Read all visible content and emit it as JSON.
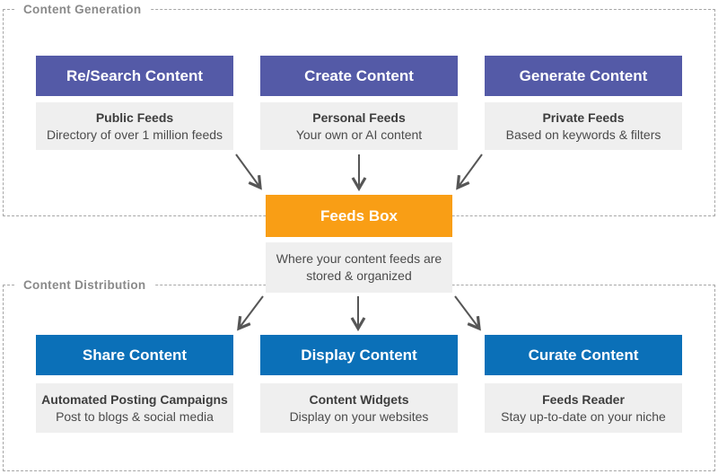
{
  "generation": {
    "label": "Content Generation",
    "columns": [
      {
        "title": "Re/Search Content",
        "subtitle": "Public Feeds",
        "description": "Directory of over 1 million feeds"
      },
      {
        "title": "Create Content",
        "subtitle": "Personal Feeds",
        "description": "Your own or AI content"
      },
      {
        "title": "Generate Content",
        "subtitle": "Private Feeds",
        "description": "Based on keywords & filters"
      }
    ]
  },
  "hub": {
    "title": "Feeds Box",
    "description": "Where your content feeds are stored & organized"
  },
  "distribution": {
    "label": "Content Distribution",
    "columns": [
      {
        "title": "Share Content",
        "subtitle": "Automated Posting Campaigns",
        "description": "Post to blogs & social media"
      },
      {
        "title": "Display Content",
        "subtitle": "Content Widgets",
        "description": "Display on your websites"
      },
      {
        "title": "Curate Content",
        "subtitle": "Feeds Reader",
        "description": "Stay up-to-date on your niche"
      }
    ]
  },
  "colors": {
    "generation_header_bg": "#545AA7",
    "hub_header_bg": "#F99E15",
    "distribution_header_bg": "#0B70B8",
    "description_bg": "#EFEFEF",
    "header_text": "#FFFFFF",
    "arrow": "#565656",
    "section_label": "#8A8A8A",
    "dashed_border": "#A6A6A6",
    "body_text": "#3D3D3D",
    "body_text_secondary": "#4B4B4B"
  }
}
